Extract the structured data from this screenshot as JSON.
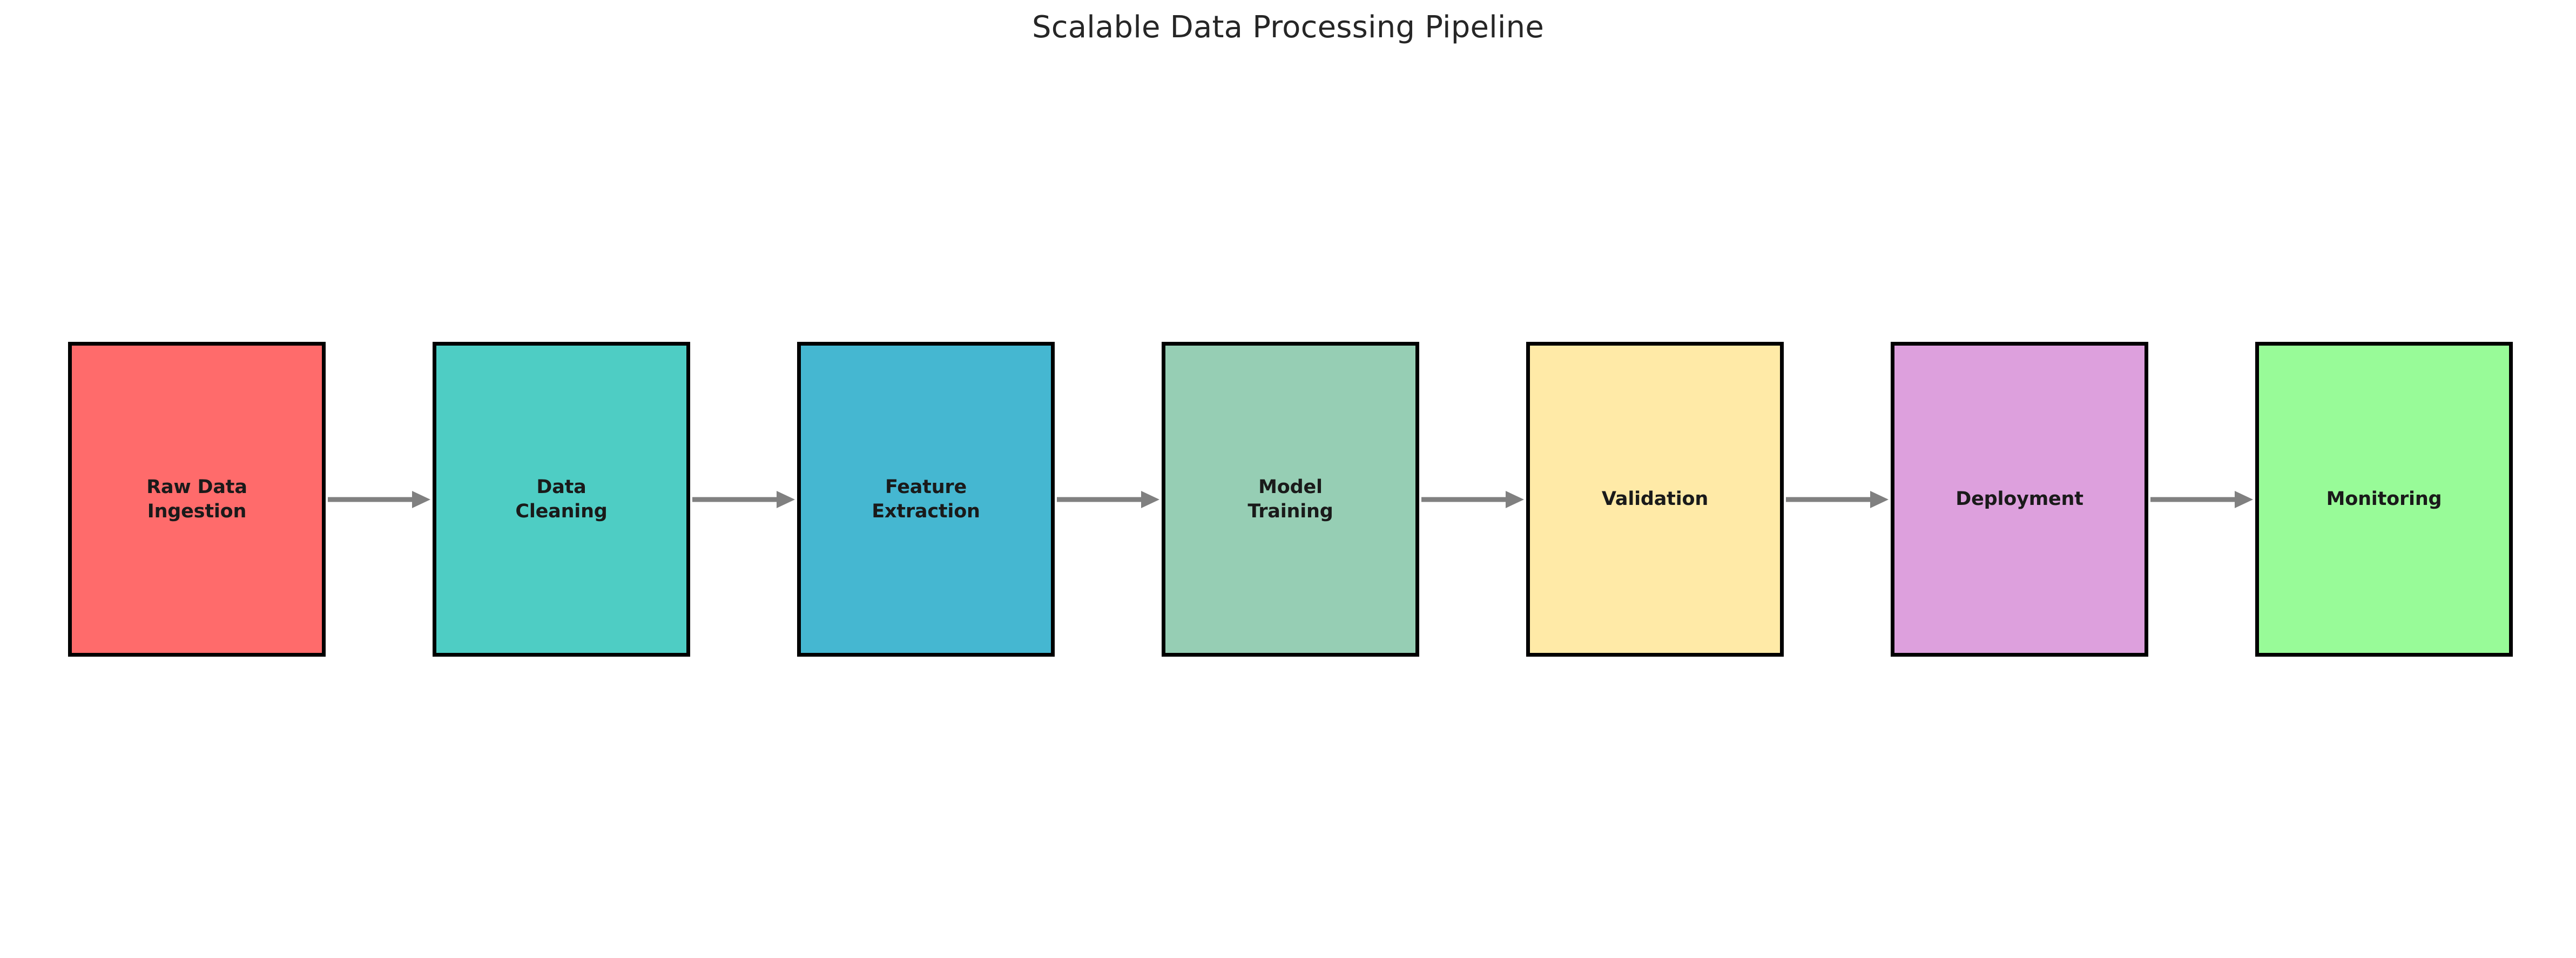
{
  "diagram": {
    "title": "Scalable Data Processing Pipeline",
    "title_color": "#262626",
    "background_color": "#ffffff",
    "border_color": "#000000",
    "label_color": "#1a1a1a",
    "arrow_color": "#808080",
    "arrow_icon_name": "arrow-right-icon",
    "orientation": "left-to-right",
    "stage_count": 7,
    "arrow_count": 6,
    "stages": [
      {
        "id": "raw-data-ingestion",
        "label": "Raw Data\nIngestion",
        "color": "#FF6B6B",
        "order": 1
      },
      {
        "id": "data-cleaning",
        "label": "Data\nCleaning",
        "color": "#4ECDC4",
        "order": 2
      },
      {
        "id": "feature-extraction",
        "label": "Feature\nExtraction",
        "color": "#45B7D1",
        "order": 3
      },
      {
        "id": "model-training",
        "label": "Model\nTraining",
        "color": "#96CEB4",
        "order": 4
      },
      {
        "id": "validation",
        "label": "Validation",
        "color": "#FFEAA7",
        "order": 5
      },
      {
        "id": "deployment",
        "label": "Deployment",
        "color": "#DDA0DD",
        "order": 6
      },
      {
        "id": "monitoring",
        "label": "Monitoring",
        "color": "#98FB98",
        "order": 7
      }
    ],
    "connections": [
      {
        "from": "raw-data-ingestion",
        "to": "data-cleaning"
      },
      {
        "from": "data-cleaning",
        "to": "feature-extraction"
      },
      {
        "from": "feature-extraction",
        "to": "model-training"
      },
      {
        "from": "model-training",
        "to": "validation"
      },
      {
        "from": "validation",
        "to": "deployment"
      },
      {
        "from": "deployment",
        "to": "monitoring"
      }
    ]
  }
}
